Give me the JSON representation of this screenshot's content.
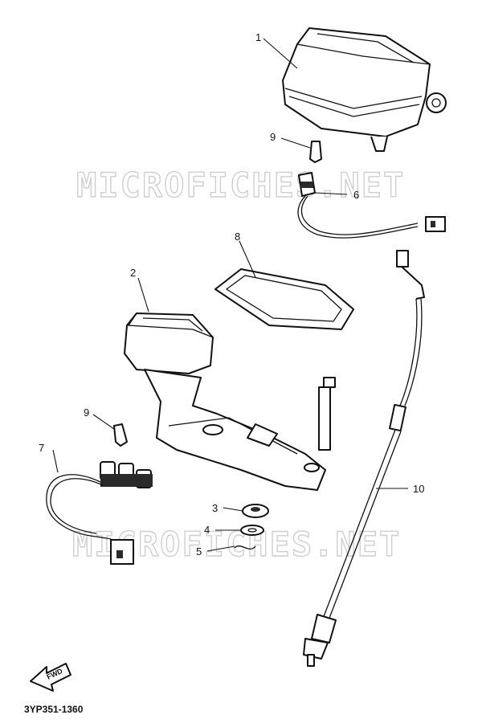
{
  "watermark": {
    "text": "MICROFICHES.NET"
  },
  "callouts": {
    "c1": "1",
    "c2": "2",
    "c3": "3",
    "c4": "4",
    "c5": "5",
    "c6": "6",
    "c7": "7",
    "c8": "8",
    "c9a": "9",
    "c9b": "9",
    "c10": "10"
  },
  "direction_arrow": {
    "label": "FWD"
  },
  "diagram_code": "3YP351-1360"
}
